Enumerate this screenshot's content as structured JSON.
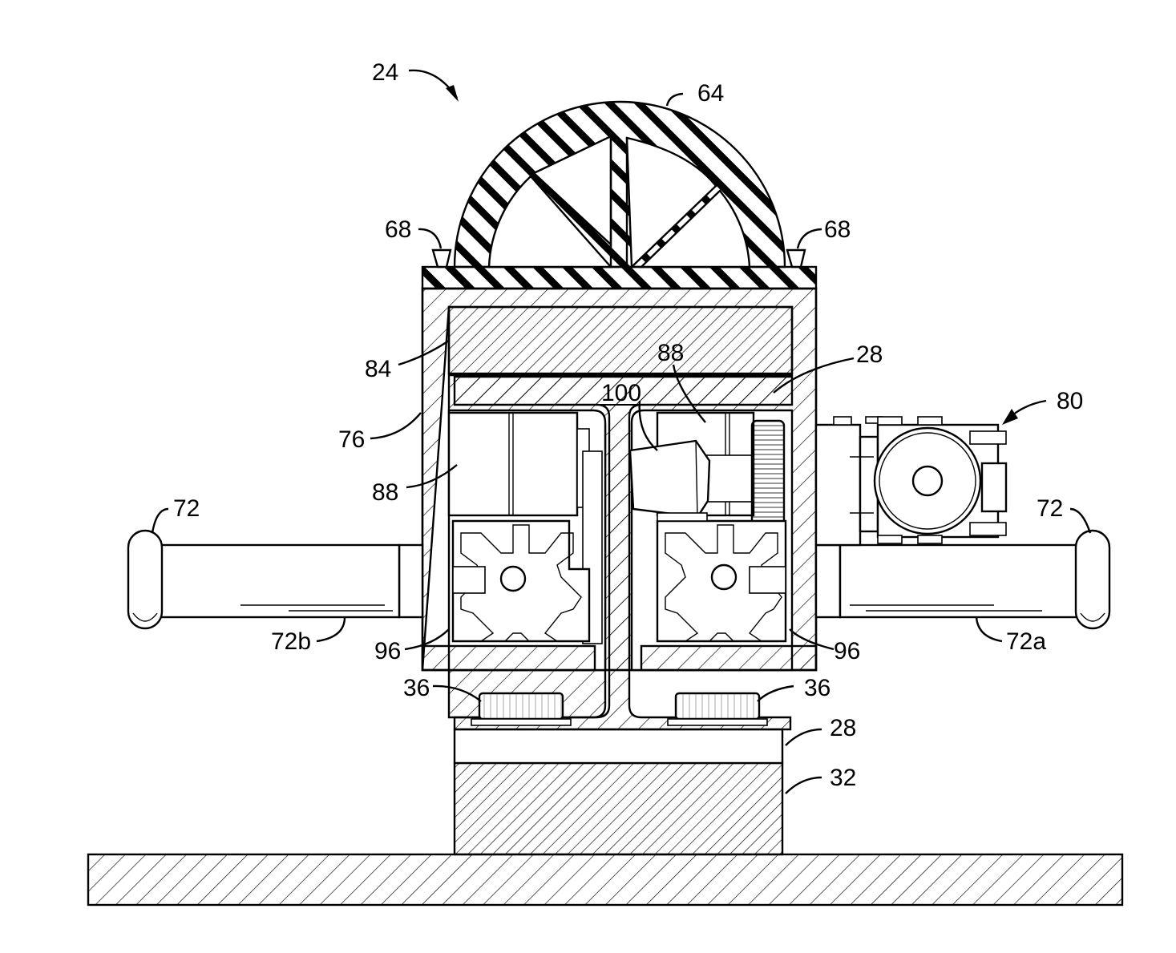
{
  "labels": {
    "l24": "24",
    "l64": "64",
    "l68_left": "68",
    "l68_right": "68",
    "l84": "84",
    "l88_top": "88",
    "l28_top": "28",
    "l100": "100",
    "l80": "80",
    "l76": "76",
    "l88_left": "88",
    "l72_left": "72",
    "l72_right": "72",
    "l72b": "72b",
    "l72a": "72a",
    "l96_left": "96",
    "l96_right": "96",
    "l36_left": "36",
    "l36_right": "36",
    "l28_bottom": "28",
    "l32": "32"
  }
}
